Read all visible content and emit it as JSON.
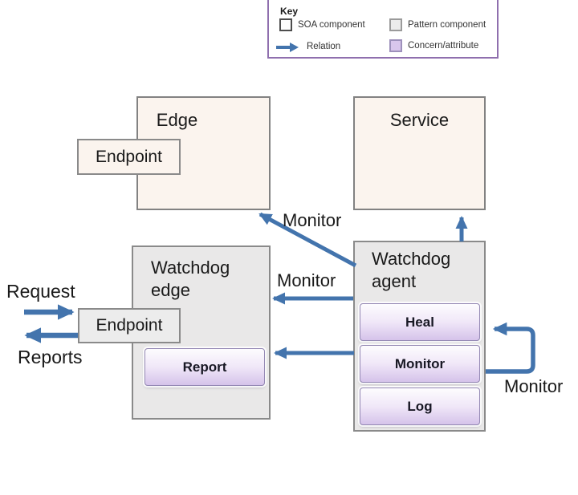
{
  "legend": {
    "title": "Key",
    "items": [
      {
        "label": "SOA component"
      },
      {
        "label": "Pattern component"
      },
      {
        "label": "Relation"
      },
      {
        "label": "Concern/attribute"
      }
    ]
  },
  "boxes": {
    "edge": {
      "title": "Edge"
    },
    "service": {
      "title": "Service"
    },
    "endpoint_edge": {
      "title": "Endpoint"
    },
    "endpoint_watchdog": {
      "title": "Endpoint"
    },
    "watchdog_edge": {
      "title": "Watchdog edge"
    },
    "watchdog_agent": {
      "title": "Watchdog agent"
    },
    "report": {
      "title": "Report"
    },
    "heal": {
      "title": "Heal"
    },
    "monitor": {
      "title": "Monitor"
    },
    "log": {
      "title": "Log"
    }
  },
  "arrow_labels": {
    "monitor_to_edge": "Monitor",
    "monitor_to_watchdog_edge": "Monitor",
    "monitor_self": "Monitor",
    "request": "Request",
    "reports": "Reports"
  },
  "colors": {
    "relation_arrow": "#4374ad",
    "soa_component_fill": "#fbf4ee",
    "pattern_component_fill": "#e9e8e8",
    "concern_fill": "#d5c3ea",
    "key_border": "#8f6fae",
    "box_border": "#828282"
  }
}
